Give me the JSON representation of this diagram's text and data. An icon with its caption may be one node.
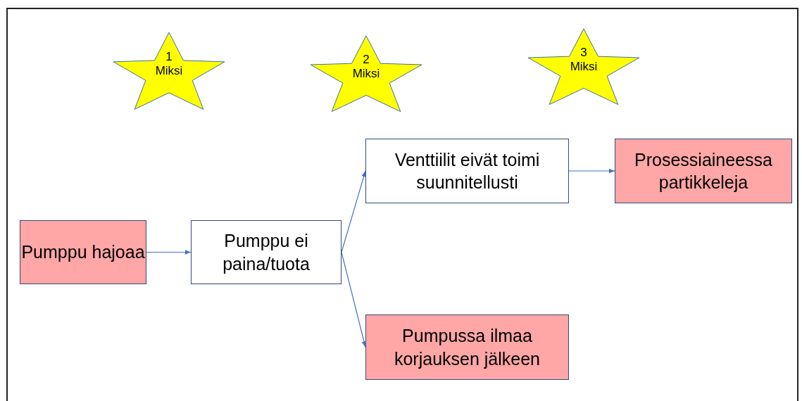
{
  "diagram": {
    "nodes": [
      {
        "text": [
          "1 Miksi"
        ]
      },
      {
        "text": [
          "2 Miksi"
        ]
      },
      {
        "text": [
          "3 Miksi"
        ]
      },
      {
        "text": [
          "Pumppu hajoaa"
        ]
      },
      {
        "text": [
          "Pumppu ei paina/tuota"
        ]
      },
      {
        "text": [
          "Venttiilit eivät toimi suunnitellusti"
        ]
      },
      {
        "text": [
          "Prosessiaineessa partikkeleja"
        ]
      },
      {
        "text": [
          "Pumpussa ilmaa korjauksen jälkeen"
        ]
      }
    ],
    "edges": [
      {
        "from": 3,
        "to": 4,
        "arrow": "to"
      },
      {
        "from": 4,
        "to": 5,
        "arrow": "to"
      },
      {
        "from": 4,
        "to": 7,
        "arrow": "to"
      },
      {
        "from": 5,
        "to": 6,
        "arrow": "to"
      }
    ]
  }
}
